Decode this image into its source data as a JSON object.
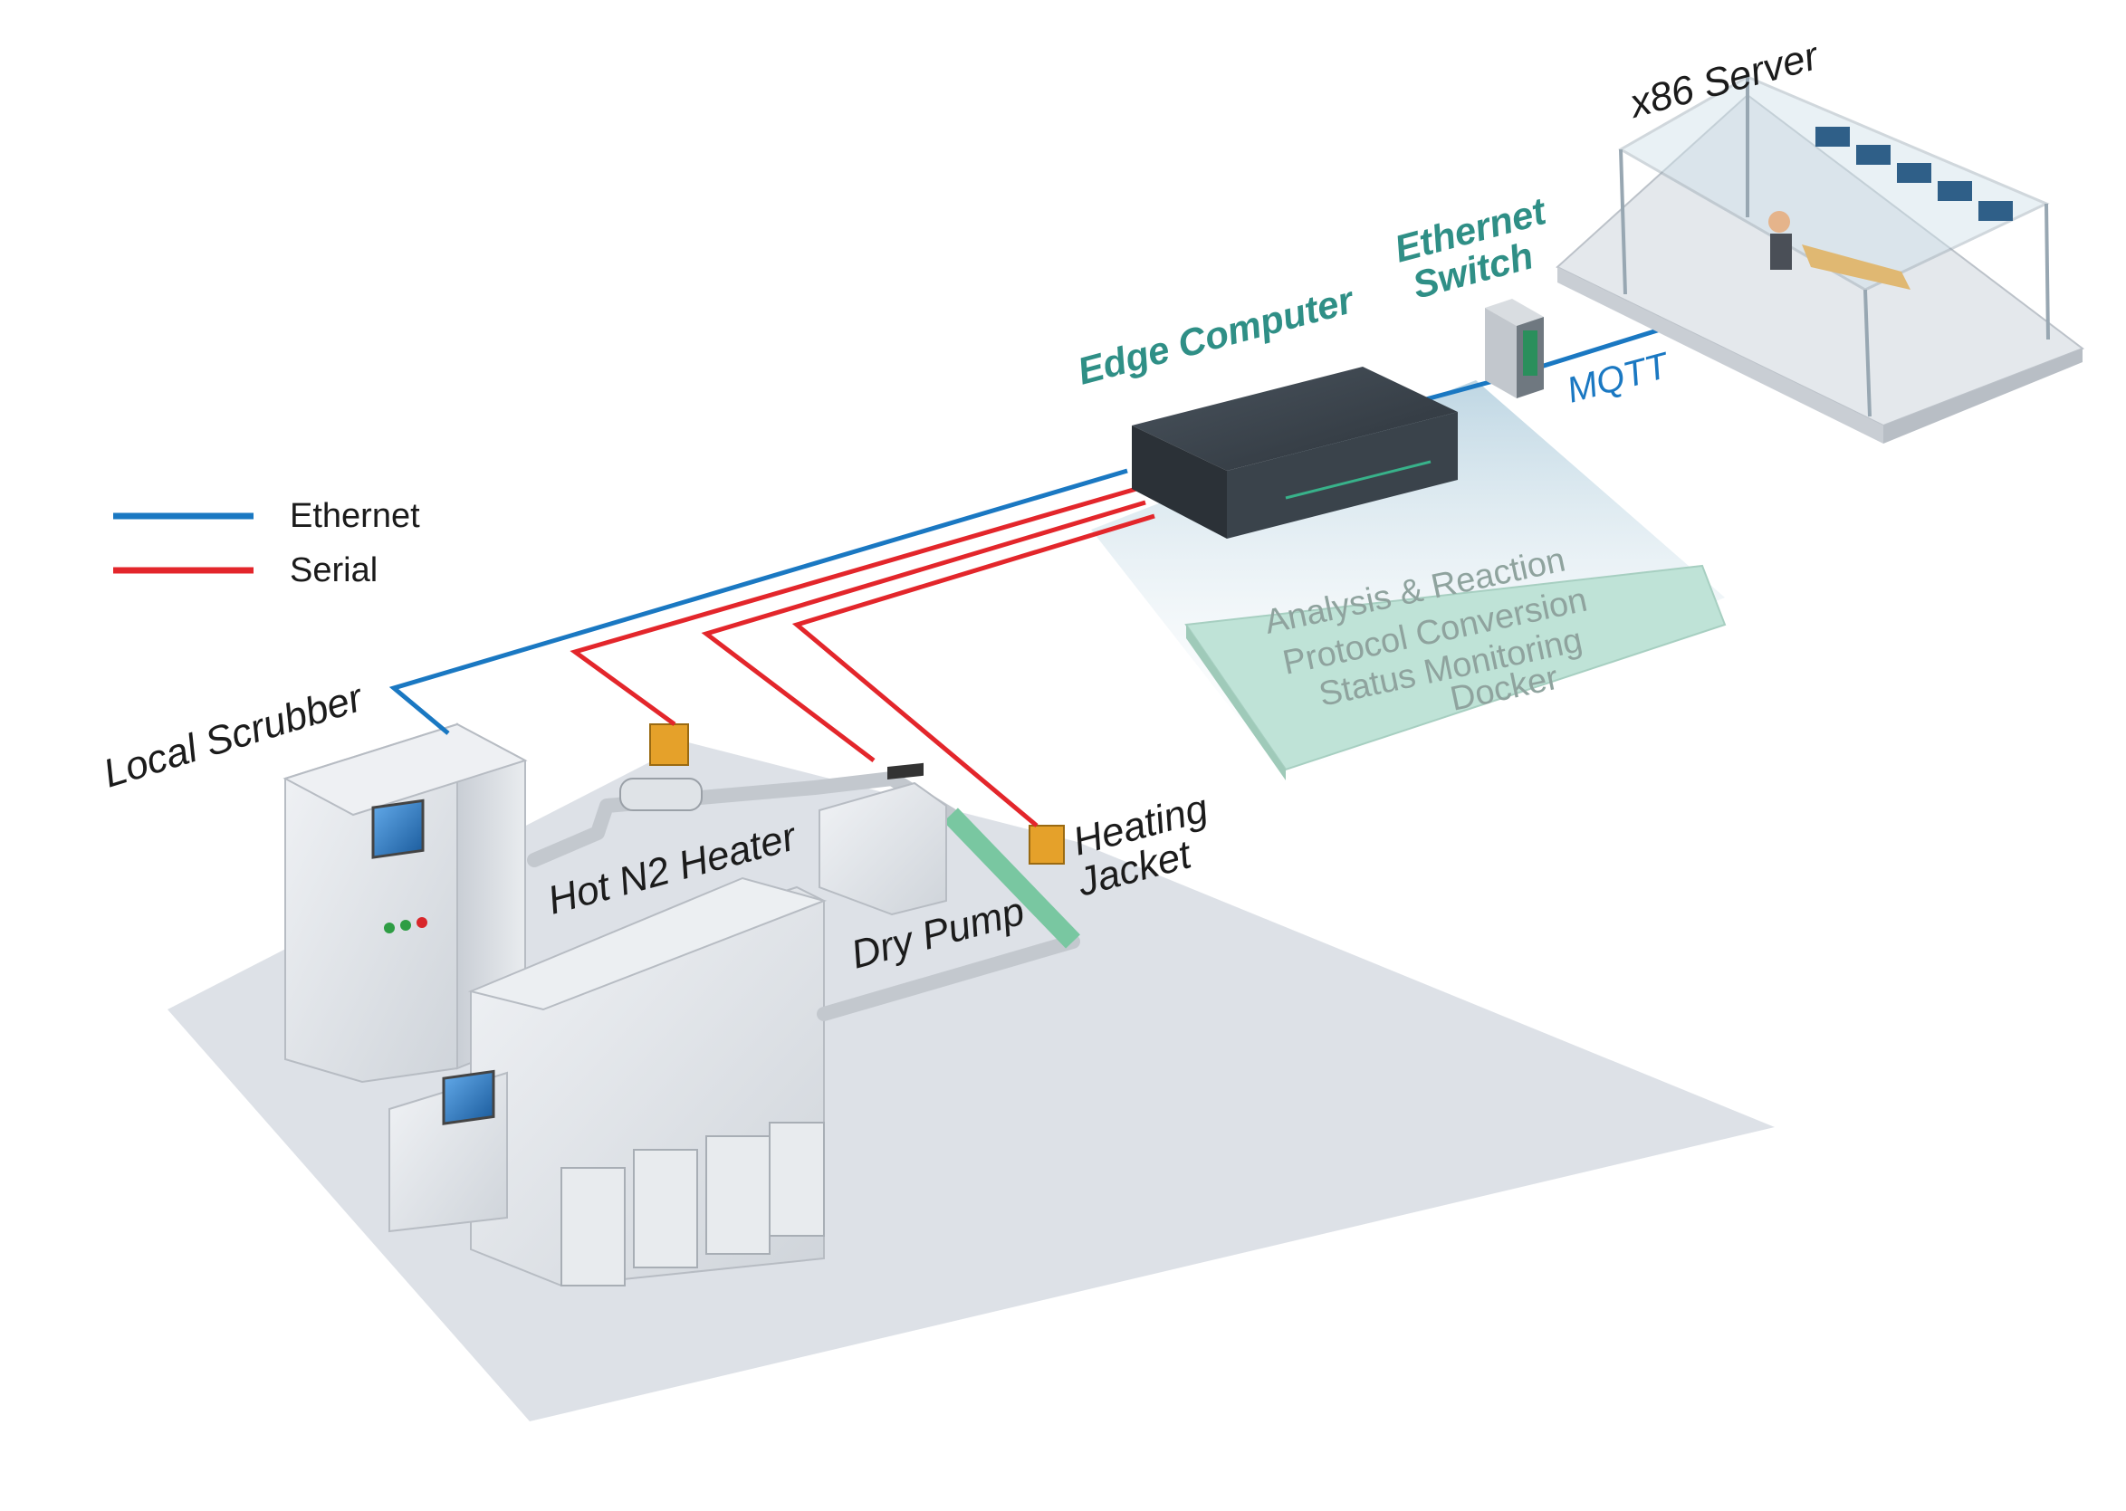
{
  "legend": {
    "ethernet": {
      "label": "Ethernet",
      "color": "#1a78c2"
    },
    "serial": {
      "label": "Serial",
      "color": "#e3262b"
    }
  },
  "labels": {
    "local_scrubber": "Local Scrubber",
    "hot_n2_heater": "Hot N2 Heater",
    "dry_pump": "Dry Pump",
    "heating_jacket_1": "Heating",
    "heating_jacket_2": "Jacket",
    "edge_computer": "Edge Computer",
    "ethernet_switch_1": "Ethernet",
    "ethernet_switch_2": "Switch",
    "x86_server": "x86 Server",
    "mqtt": "MQTT"
  },
  "docker_panel": {
    "lines": [
      "Analysis & Reaction",
      "Protocol Conversion",
      "Status Monitoring"
    ],
    "base_label": "Docker",
    "color": "#bfe3d7"
  },
  "colors": {
    "teal_text": "#2f8f86",
    "floor": "#d7dce3"
  }
}
